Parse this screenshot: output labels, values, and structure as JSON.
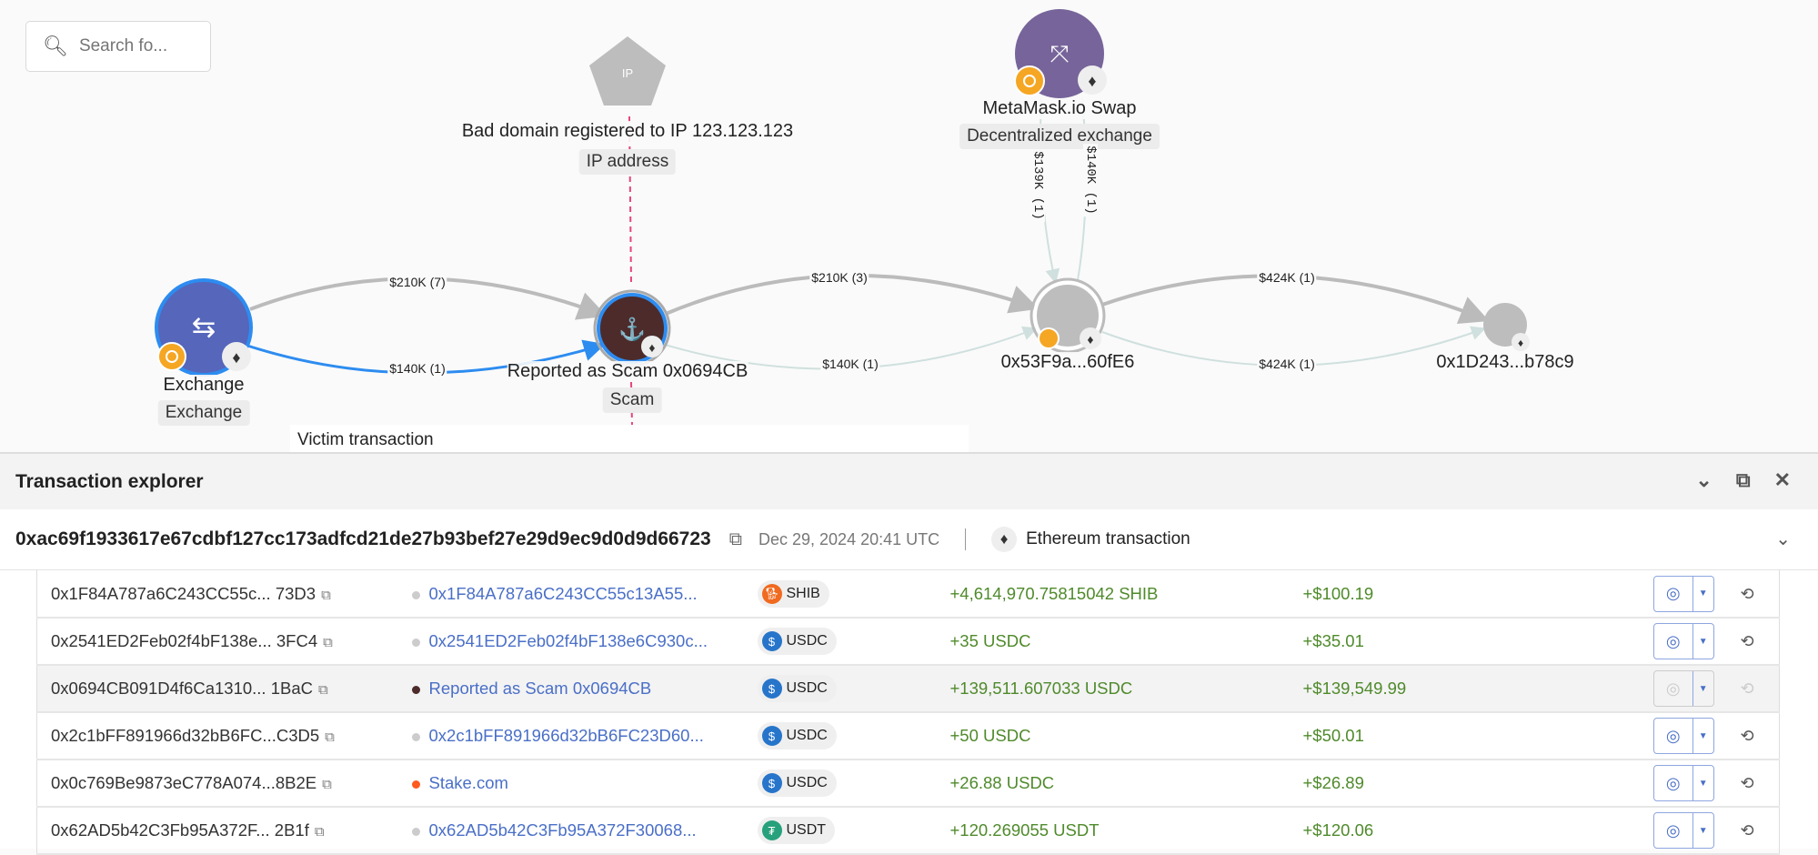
{
  "search": {
    "placeholder": "Search fo..."
  },
  "graph": {
    "nodes": [
      {
        "label": "Bad domain registered to IP 123.123.123",
        "category": "IP address",
        "icon": "ip-pin-icon"
      },
      {
        "label": "MetaMask.io Swap",
        "category": "Decentralized exchange",
        "icon": "dex-arrows-icon"
      },
      {
        "label": "Exchange",
        "category": "Exchange",
        "icon": "exchange-arrows-icon"
      },
      {
        "label": "Reported as Scam 0x0694CB",
        "category": "Scam",
        "icon": "fishing-hook-icon"
      },
      {
        "label": "0x53F9a...60fE6"
      },
      {
        "label": "0x1D243...b78c9"
      }
    ],
    "edges": [
      "$210K (7)",
      "$140K (1)",
      "$210K (3)",
      "$140K (1)",
      "$139K (1)",
      "$140K (1)",
      "$424K (1)",
      "$424K (1)"
    ],
    "colors": {
      "exchange": "#5566bb",
      "scam": "#4d2b2b",
      "dex": "#76649a",
      "highlight": "#2d8cf0",
      "ip_link": "#e8457a"
    },
    "tooltip": "Victim transaction"
  },
  "panel": {
    "title": "Transaction explorer",
    "hash": "0xac69f1933617e67cdbf127cc173adfcd21de27b93bef27e29d9ec9d0d9d66723",
    "date": "Dec 29, 2024 20:41 UTC",
    "chain": "Ethereum transaction",
    "rows": [
      {
        "address": "0x1F84A787a6C243CC55c... 73D3",
        "link": "0x1F84A787a6C243CC55c13A55...",
        "dot": "#cccccc",
        "token": "SHIB",
        "amount": "+4,614,970.75815042 SHIB",
        "usd": "+$100.19"
      },
      {
        "address": "0x2541ED2Feb02f4bF138e... 3FC4",
        "link": "0x2541ED2Feb02f4bF138e6C930c...",
        "dot": "#cccccc",
        "token": "USDC",
        "amount": "+35 USDC",
        "usd": "+$35.01"
      },
      {
        "address": "0x0694CB091D4f6Ca1310... 1BaC",
        "link": "Reported as Scam 0x0694CB",
        "dot": "#4d2b2b",
        "token": "USDC",
        "amount": "+139,511.607033 USDC",
        "usd": "+$139,549.99"
      },
      {
        "address": "0x2c1bFF891966d32bB6FC...C3D5",
        "link": "0x2c1bFF891966d32bB6FC23D60...",
        "dot": "#cccccc",
        "token": "USDC",
        "amount": "+50 USDC",
        "usd": "+$50.01"
      },
      {
        "address": "0x0c769Be9873eC778A074...8B2E",
        "link": "Stake.com",
        "dot": "#ff5a1f",
        "token": "USDC",
        "amount": "+26.88 USDC",
        "usd": "+$26.89"
      },
      {
        "address": "0x62AD5b42C3Fb95A372F... 2B1f",
        "link": "0x62AD5b42C3Fb95A372F30068...",
        "dot": "#cccccc",
        "token": "USDT",
        "amount": "+120.269055 USDT",
        "usd": "+$120.06"
      }
    ]
  }
}
